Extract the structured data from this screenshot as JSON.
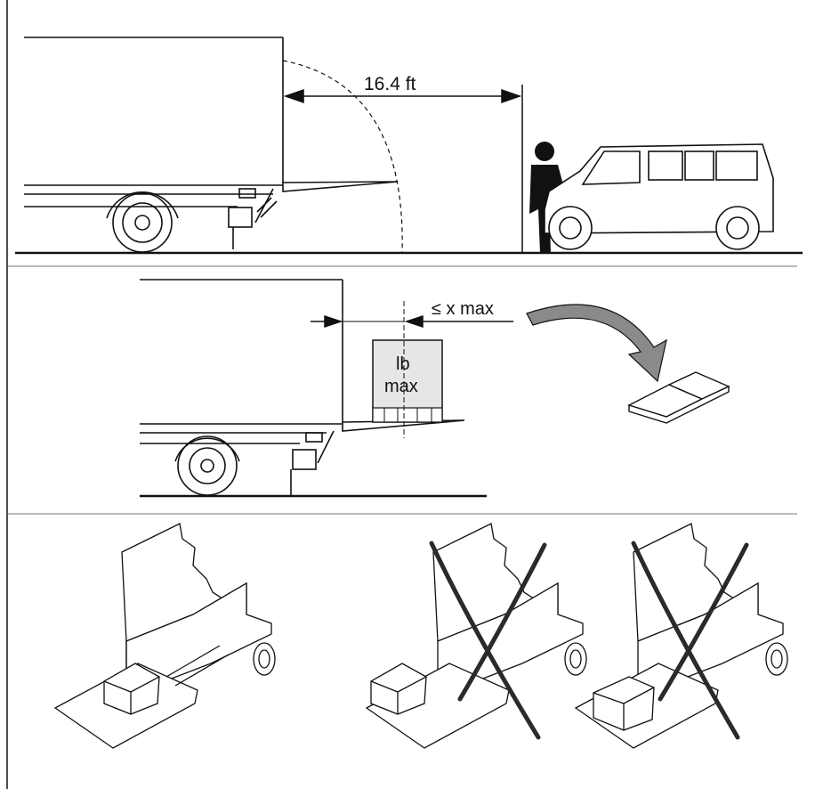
{
  "top_panel": {
    "distance_label": "16.4 ft"
  },
  "middle_panel": {
    "offset_label": "≤ x max",
    "load_label_line1": "lb",
    "load_label_line2": "max"
  },
  "colors": {
    "ink": "#111111",
    "box_fill": "#e6e6e6",
    "x_mark": "#2a2a2a",
    "arrow_fill": "#8a8a8a"
  }
}
